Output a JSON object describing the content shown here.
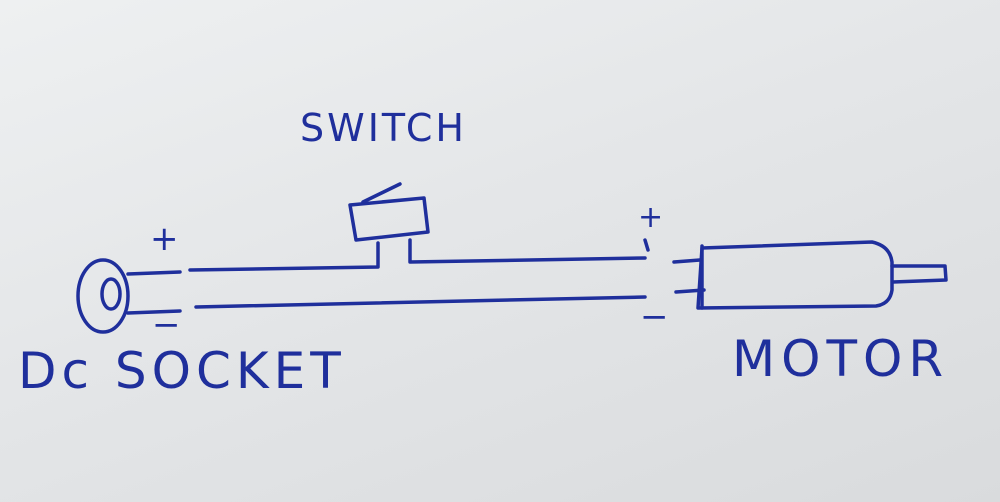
{
  "labels": {
    "switch": "SWITCH",
    "socket": "Dc SOCKET",
    "motor": "MOTOR"
  },
  "signs": {
    "socket_plus": "+",
    "socket_minus": "−",
    "motor_plus": "+",
    "motor_minus": "−"
  },
  "colors": {
    "ink": "#1f2f9c",
    "paper": "#e6e8ea"
  }
}
